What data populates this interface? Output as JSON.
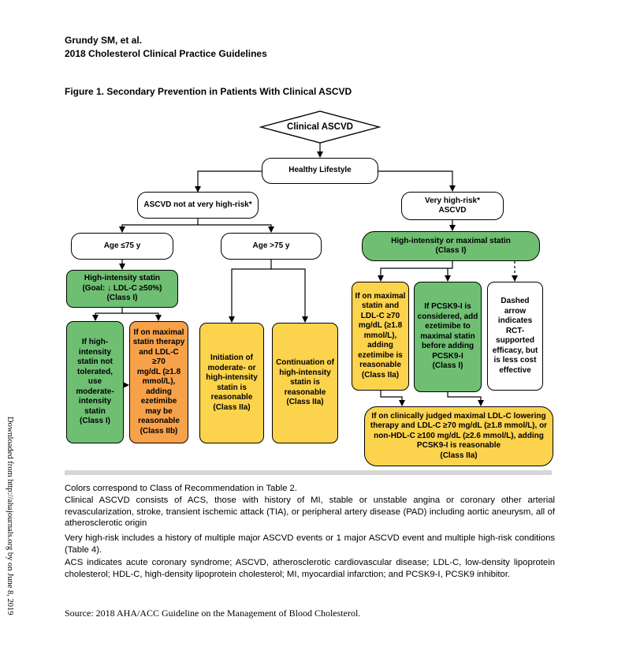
{
  "header": {
    "author": "Grundy SM, et al.",
    "title": "2018 Cholesterol Clinical Practice Guidelines",
    "figure_title": "Figure 1. Secondary Prevention in Patients With Clinical ASCVD"
  },
  "nodes": {
    "clinical_ascvd": "Clinical ASCVD",
    "healthy_lifestyle": "Healthy Lifestyle",
    "not_very_high": "ASCVD not at very high-risk*",
    "very_high": "Very high-risk*\nASCVD",
    "age_le75": "Age ≤75 y",
    "age_gt75": "Age >75 y",
    "hi_statin_goal": "High-intensity statin\n(Goal: ↓ LDL-C ≥50%)\n(Class I)",
    "hi_or_max_statin": "High-intensity or maximal statin\n(Class I)",
    "not_tolerated": "If high-\nintensity\nstatin not\ntolerated,\nuse\nmoderate-\nintensity\nstatin\n(Class I)",
    "ezetimibe_IIb": "If on maximal\nstatin therapy\nand LDL-C ≥70\nmg/dL (≥1.8\nmmol/L),\nadding\nezetimibe\nmay be\nreasonable\n(Class IIb)",
    "initiation_moderate": "Initiation of\nmoderate- or\nhigh-intensity\nstatin is\nreasonable\n(Class IIa)",
    "continuation_high": "Continuation of\nhigh-intensity\nstatin is\nreasonable\n(Class IIa)",
    "ezetimibe_IIa": "If on maximal\nstatin and\nLDL-C ≥70\nmg/dL (≥1.8\nmmol/L),\nadding\nezetimibe is\nreasonable\n(Class IIa)",
    "pcsk9_considered": "If PCSK9-I is\nconsidered, add\nezetimibe to\nmaximal statin\nbefore adding\nPCSK9-I\n(Class I)",
    "dashed_note": "Dashed\narrow\nindicates\nRCT-\nsupported\nefficacy, but\nis less cost\neffective",
    "pcsk9_reasonable": "If on clinically judged maximal LDL-C lowering\ntherapy and LDL-C ≥70 mg/dL (≥1.8 mmol/L), or\nnon-HDL-C ≥100 mg/dL (≥2.6 mmol/L), adding\nPCSK9-I is reasonable\n(Class IIa)"
  },
  "colors": {
    "green": "#6fbf73",
    "yellow": "#fcd34d",
    "orange": "#f7a24a",
    "white": "#ffffff",
    "divider": "#d6d6d6"
  },
  "footnotes": [
    "Colors correspond to Class of Recommendation in Table 2.",
    "Clinical ASCVD consists of ACS, those with history of MI, stable or unstable angina or coronary other arterial revascularization, stroke, transient ischemic attack (TIA), or peripheral artery disease (PAD) including aortic aneurysm, all of atherosclerotic origin",
    "Very high-risk includes a history of multiple major ASCVD events or 1 major ASCVD event and multiple high-risk conditions (Table 4).",
    "ACS indicates acute coronary syndrome; ASCVD, atherosclerotic cardiovascular disease; LDL-C, low-density lipoprotein cholesterol; HDL-C, high-density lipoprotein cholesterol; MI, myocardial infarction; and PCSK9-I, PCSK9 inhibitor."
  ],
  "source": "Source: 2018 AHA/ACC Guideline on the Management of Blood Cholesterol.",
  "side_text": "Downloaded from http://ahajournals.org by on June 8, 2019"
}
